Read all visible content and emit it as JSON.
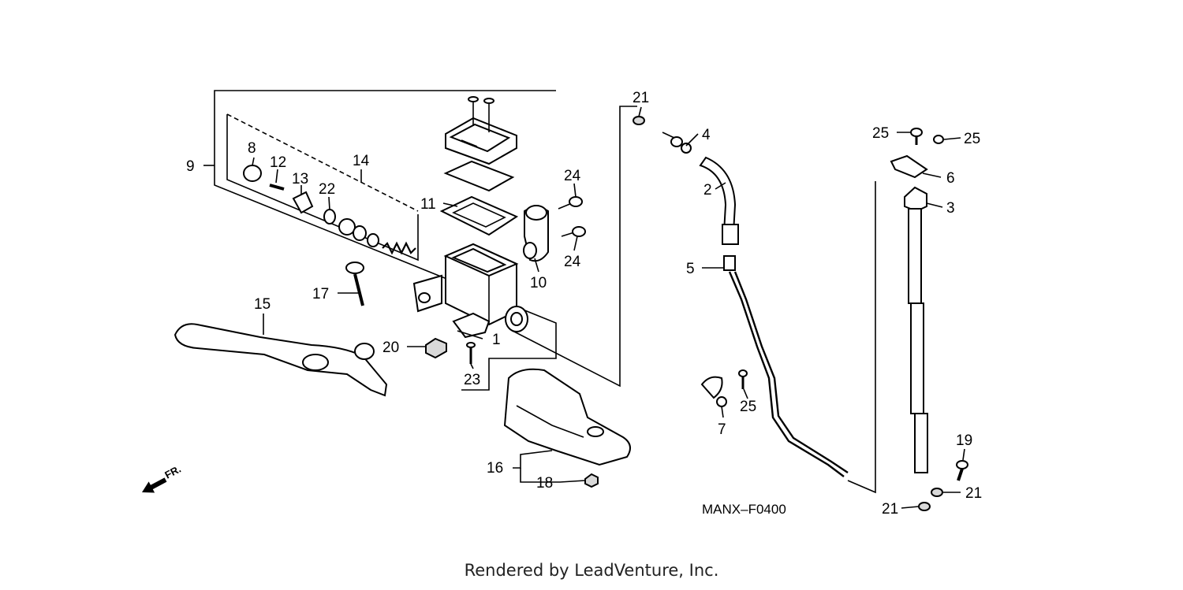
{
  "diagram": {
    "code": "MANX–F0400",
    "direction_label": "FR.",
    "footer": "Rendered by LeadVenture, Inc.",
    "callouts": {
      "c1": "1",
      "c2": "2",
      "c3": "3",
      "c4": "4",
      "c5": "5",
      "c6": "6",
      "c7": "7",
      "c8": "8",
      "c9": "9",
      "c10": "10",
      "c11": "11",
      "c12": "12",
      "c13": "13",
      "c14": "14",
      "c15": "15",
      "c16": "16",
      "c17": "17",
      "c18": "18",
      "c19": "19",
      "c20": "20",
      "c21a": "21",
      "c21b": "21",
      "c21c": "21",
      "c22": "22",
      "c23": "23",
      "c24a": "24",
      "c24b": "24",
      "c25a": "25",
      "c25b": "25",
      "c25c": "25"
    }
  }
}
